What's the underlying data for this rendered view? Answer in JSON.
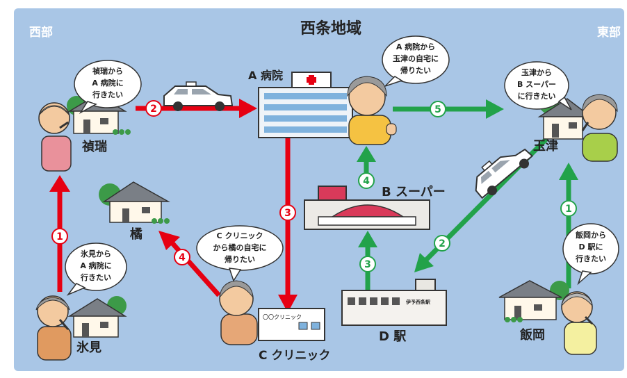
{
  "title": "西条地域",
  "west_label": "西部",
  "east_label": "東部",
  "colors": {
    "background": "#a9c6e6",
    "red_route": "#e60012",
    "green_route": "#22a24a",
    "speech_fill": "#ffffff",
    "label_text": "#ffffff",
    "dark_text": "#222222"
  },
  "places": {
    "hospital": "A 病院",
    "supermarket": "B スーパー",
    "clinic": "C クリニック",
    "station": "D 駅",
    "station_sign": "伊予西条駅",
    "clinic_sign": "〇〇クリニック",
    "home_himi": "氷見",
    "home_tenzui": "禎瑞",
    "home_tachibana": "橘",
    "home_tamatsu": "玉津",
    "home_iioka": "飯岡"
  },
  "bubbles": {
    "tenzui": [
      "禎瑞から",
      "A 病院に",
      "行きたい"
    ],
    "himi": [
      "氷見から",
      "A 病院に",
      "行きたい"
    ],
    "hospital": [
      "A 病院から",
      "玉津の自宅に",
      "帰りたい"
    ],
    "tamatsu": [
      "玉津から",
      "B スーパー",
      "に行きたい"
    ],
    "clinic": [
      "C クリニック",
      "から橘の自宅に",
      "帰りたい"
    ],
    "iioka": [
      "飯岡から",
      "D 駅に",
      "行きたい"
    ]
  },
  "steps": {
    "red_1": "1",
    "red_2": "2",
    "red_3": "3",
    "red_4": "4",
    "green_1": "1",
    "green_2": "2",
    "green_3": "3",
    "green_4": "4",
    "green_5": "5"
  }
}
